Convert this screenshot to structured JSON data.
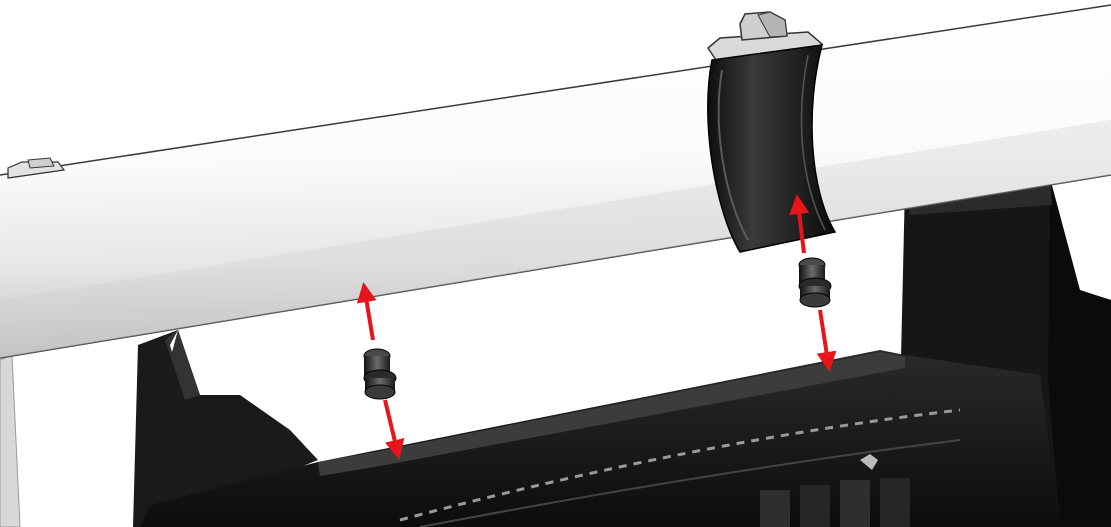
{
  "diagram": {
    "parts": [
      {
        "id": "crossbar-tube",
        "icon": "tube-icon"
      },
      {
        "id": "pipe-clamp",
        "icon": "clamp-icon"
      },
      {
        "id": "clamp-bolt",
        "icon": "bolt-icon"
      },
      {
        "id": "end-bolt",
        "icon": "bolt-icon"
      },
      {
        "id": "rubber-spacer-left",
        "icon": "spacer-icon"
      },
      {
        "id": "rubber-spacer-right",
        "icon": "spacer-icon"
      },
      {
        "id": "bracket-housing",
        "icon": "housing-icon"
      }
    ],
    "arrows": [
      {
        "id": "left-arrow-up",
        "color": "#e8141b"
      },
      {
        "id": "left-arrow-down",
        "color": "#e8141b"
      },
      {
        "id": "right-arrow-up",
        "color": "#e8141b"
      },
      {
        "id": "right-arrow-down",
        "color": "#e8141b"
      }
    ],
    "colors": {
      "tube": "#f4f4f4",
      "tube_shade": "#c9c9c9",
      "clamp": "#1f1f1f",
      "housing": "#151515",
      "arrow": "#e8141b"
    }
  }
}
